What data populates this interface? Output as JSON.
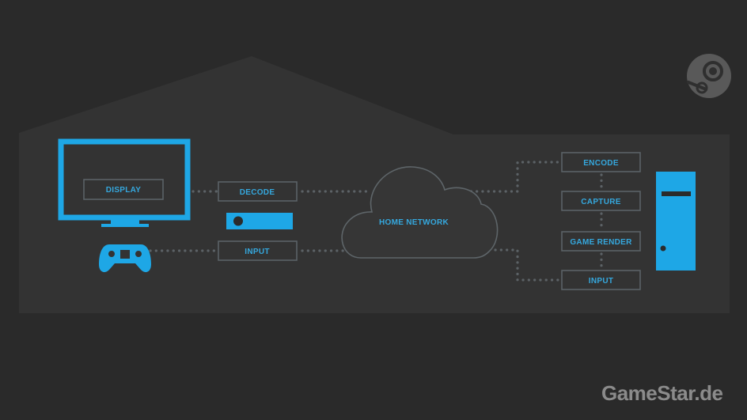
{
  "diagram": {
    "boxes": {
      "display": "DISPLAY",
      "decode": "DECODE",
      "input_client": "INPUT",
      "home_network": "HOME NETWORK",
      "encode": "ENCODE",
      "capture": "CAPTURE",
      "game_render": "GAME RENDER",
      "input_host": "INPUT"
    }
  },
  "icons": [
    "steam-logo-icon",
    "monitor-icon",
    "set-top-box-icon",
    "gamepad-icon",
    "pc-tower-icon",
    "cloud-icon"
  ],
  "watermark": "GameStar.de",
  "colors": {
    "background": "#2a2a2a",
    "house": "#333333",
    "accent_blue": "#1ea7e6",
    "label_blue": "#35a8de",
    "box_border": "#5b6266",
    "connector": "#5c6266"
  }
}
